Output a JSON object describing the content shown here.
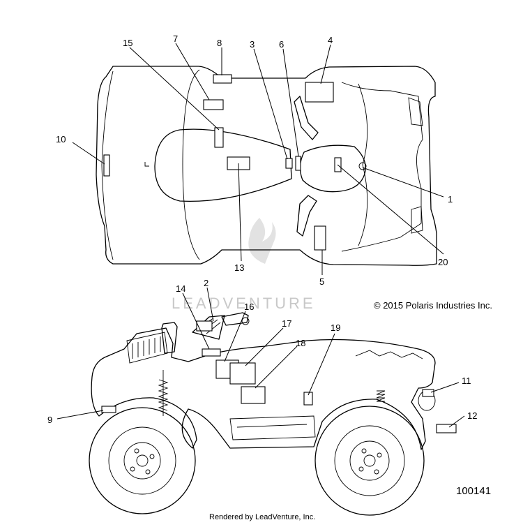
{
  "diagram": {
    "callouts_top": [
      {
        "id": "c1",
        "label": "1"
      },
      {
        "id": "c3",
        "label": "3"
      },
      {
        "id": "c4",
        "label": "4"
      },
      {
        "id": "c5",
        "label": "5"
      },
      {
        "id": "c6",
        "label": "6"
      },
      {
        "id": "c7",
        "label": "7"
      },
      {
        "id": "c8",
        "label": "8"
      },
      {
        "id": "c10",
        "label": "10"
      },
      {
        "id": "c13",
        "label": "13"
      },
      {
        "id": "c15",
        "label": "15"
      },
      {
        "id": "c20",
        "label": "20"
      }
    ],
    "callouts_side": [
      {
        "id": "c2",
        "label": "2"
      },
      {
        "id": "c9",
        "label": "9"
      },
      {
        "id": "c11",
        "label": "11"
      },
      {
        "id": "c12",
        "label": "12"
      },
      {
        "id": "c14",
        "label": "14"
      },
      {
        "id": "c16",
        "label": "16"
      },
      {
        "id": "c17",
        "label": "17"
      },
      {
        "id": "c18",
        "label": "18"
      },
      {
        "id": "c19",
        "label": "19"
      }
    ],
    "copyright": "© 2015 Polaris Industries Inc.",
    "figure_number": "100141",
    "rendered_by": "Rendered by LeadVenture, Inc.",
    "watermark": "LEADVENTURE"
  }
}
